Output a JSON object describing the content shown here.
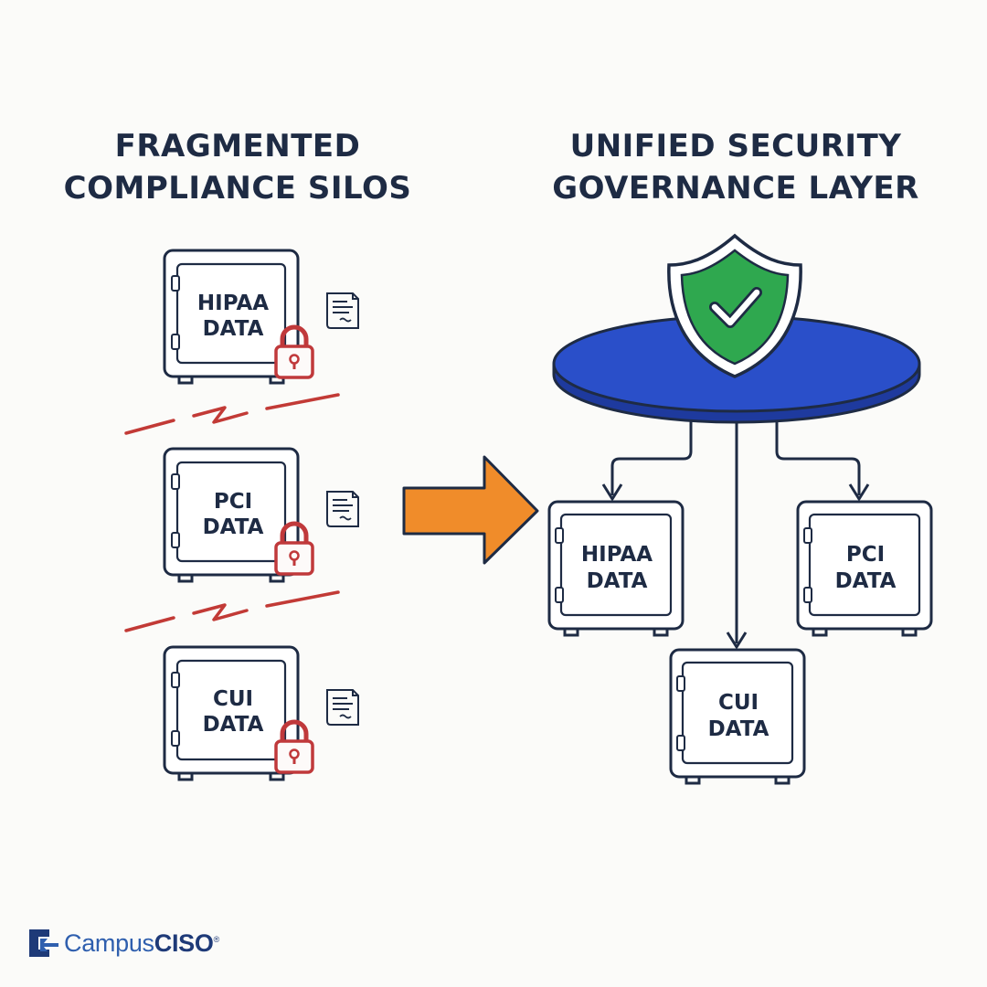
{
  "left_panel": {
    "title_line1": "FRAGMENTED",
    "title_line2": "COMPLIANCE SILOS",
    "vaults": [
      {
        "line1": "HIPAA",
        "line2": "DATA"
      },
      {
        "line1": "PCI",
        "line2": "DATA"
      },
      {
        "line1": "CUI",
        "line2": "DATA"
      }
    ]
  },
  "right_panel": {
    "title_line1": "UNIFIED SECURITY",
    "title_line2": "GOVERNANCE LAYER",
    "vaults": [
      {
        "line1": "HIPAA",
        "line2": "DATA"
      },
      {
        "line1": "PCI",
        "line2": "DATA"
      },
      {
        "line1": "CUI",
        "line2": "DATA"
      }
    ]
  },
  "logo": {
    "brand_prefix": "Campus",
    "brand_suffix": "CISO",
    "registered_mark": "®"
  },
  "colors": {
    "ink": "#1e2b44",
    "lock_red": "#c0393b",
    "crack_red": "#c23a36",
    "arrow_orange": "#f08c2a",
    "platform_blue": "#2a4fc9",
    "shield_green": "#2fa84f",
    "logo_blue": "#2f5fae"
  },
  "icons": {
    "lock": "padlock-icon",
    "document": "document-scroll-icon",
    "shield": "shield-check-icon",
    "arrow": "right-arrow-icon"
  }
}
